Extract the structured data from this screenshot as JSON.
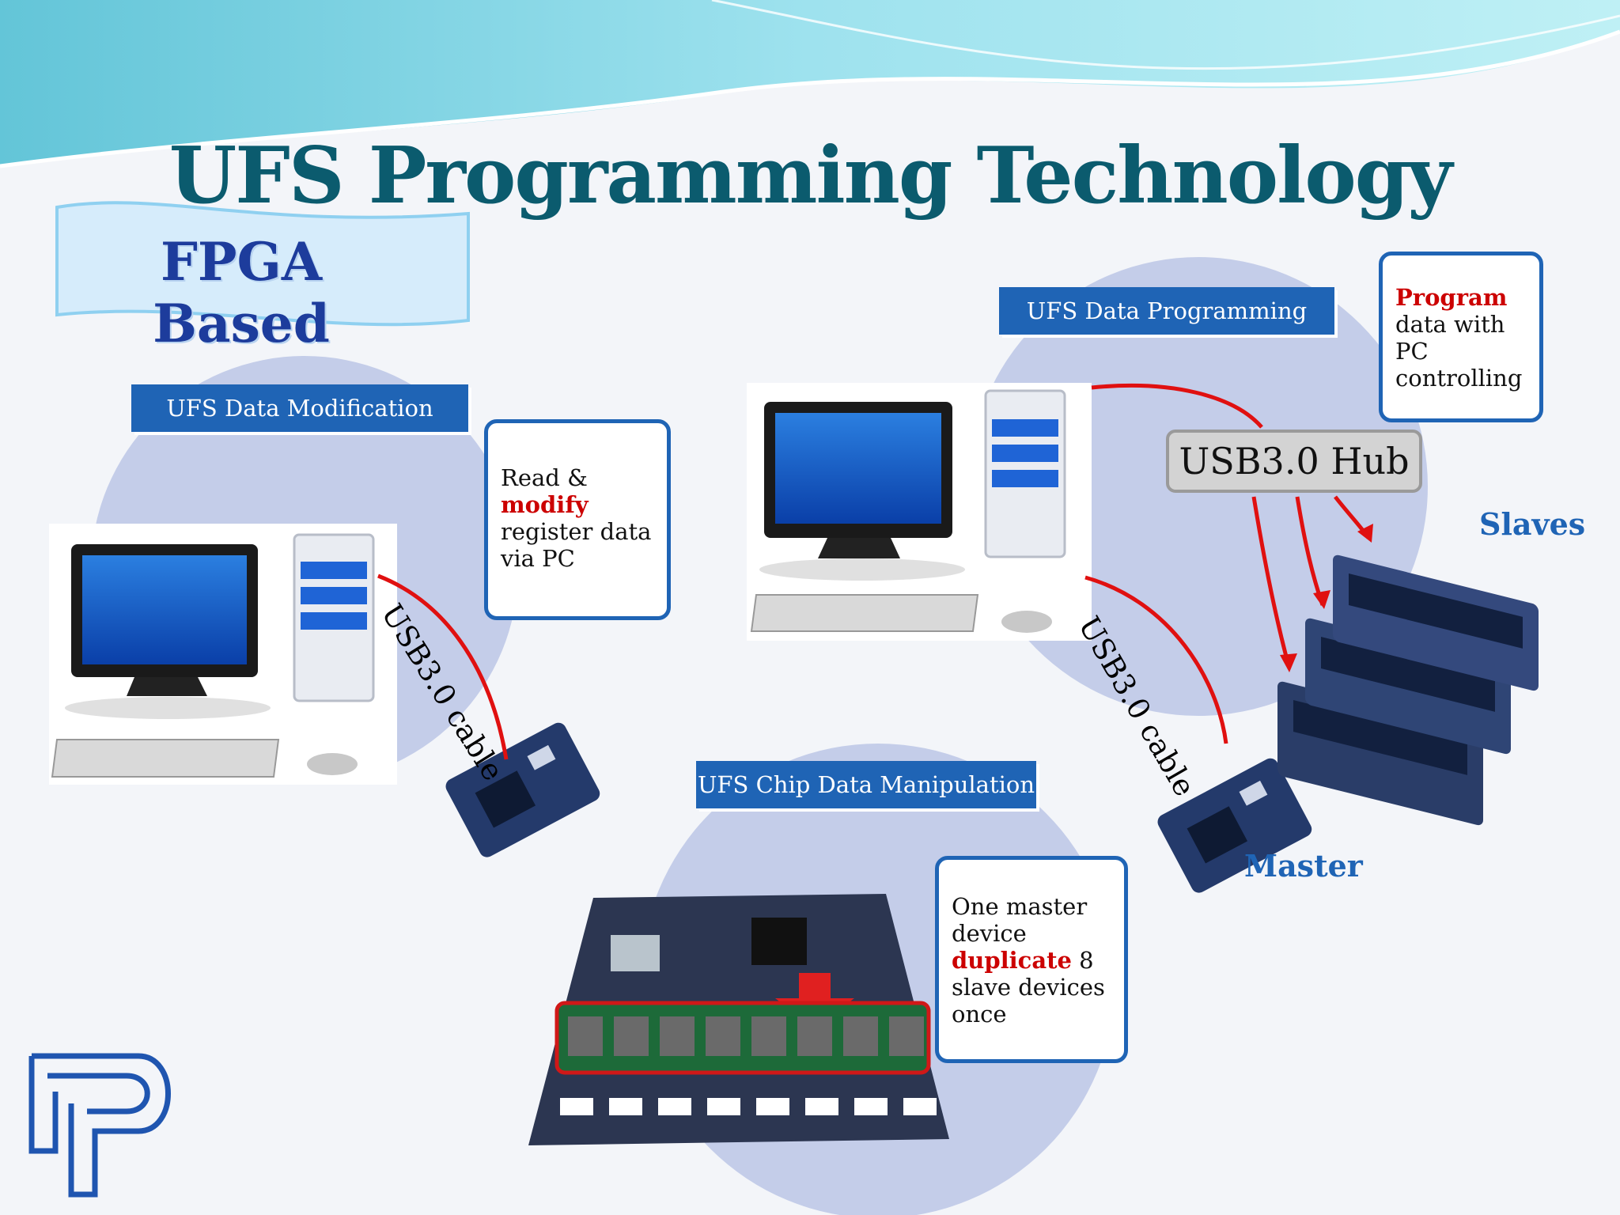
{
  "title": "UFS Programming Technology",
  "badge": "FPGA Based",
  "sections": {
    "modification": {
      "tab": "UFS Data Modification",
      "note_1": "Read &",
      "note_2": "modify",
      "note_3": "register data",
      "note_4": "via PC",
      "cable": "USB3.0 cable"
    },
    "programming": {
      "tab": "UFS Data Programming",
      "note_1": "Program",
      "note_2": "data with",
      "note_3": "PC",
      "note_4": "controlling",
      "hub": "USB3.0 Hub",
      "cable": "USB3.0 cable",
      "slaves": "Slaves",
      "master": "Master"
    },
    "manipulation": {
      "tab": "UFS Chip Data Manipulation",
      "note_1": "One master",
      "note_2": "device",
      "note_3": "duplicate",
      "note_3b": " 8",
      "note_4": "slave devices",
      "note_5": "once"
    }
  },
  "colors": {
    "title": "#0b5b6e",
    "accent": "#1f64b5",
    "highlight": "#cc0000",
    "circle": "#c4cde9"
  }
}
